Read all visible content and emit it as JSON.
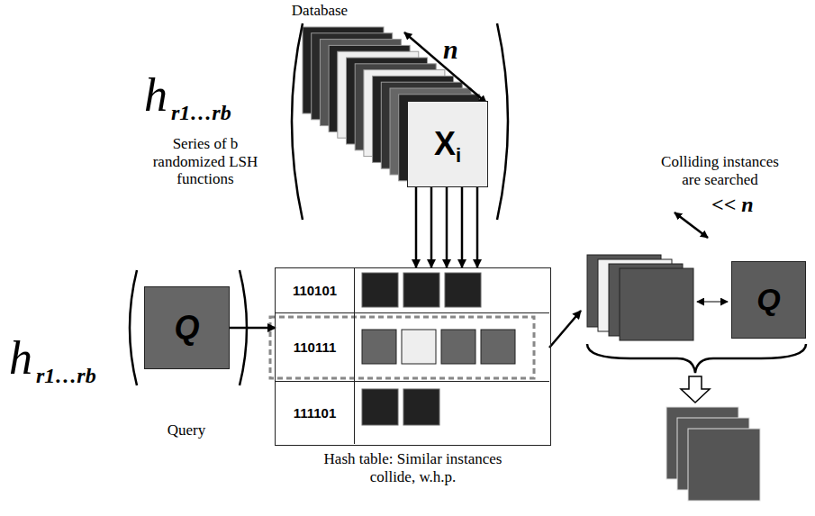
{
  "diagram": {
    "nodes": [
      {
        "text": [
          "X",
          "i"
        ]
      },
      {
        "text": [
          "Q"
        ]
      },
      {
        "text": [
          "Hash table: Similar instances collide, w.h.p."
        ]
      },
      {
        "text": [
          "110101"
        ],
        "in": 2
      },
      {
        "text": [
          "110111"
        ],
        "in": 2
      },
      {
        "text": [
          "111101"
        ],
        "in": 2
      },
      {
        "text": [
          "Colliding instances are searched"
        ]
      },
      {
        "text": [
          "Q"
        ],
        "in": 6
      }
    ],
    "edges": [
      {
        "from": 0,
        "to": 2,
        "arrow": "to"
      },
      {
        "from": 0,
        "to": 2,
        "arrow": "to"
      },
      {
        "from": 0,
        "to": 2,
        "arrow": "to"
      },
      {
        "from": 0,
        "to": 2,
        "arrow": "to"
      },
      {
        "from": 0,
        "to": 2,
        "arrow": "to"
      },
      {
        "from": 1,
        "to": 4,
        "arrow": "to"
      },
      {
        "from": 4,
        "to": 6,
        "arrow": "to"
      }
    ],
    "labels": [
      "Database",
      "n",
      "h",
      "r1…rb",
      "Series of b randomized LSH functions",
      "h",
      "r1…rb",
      "Query",
      "<< n"
    ]
  }
}
